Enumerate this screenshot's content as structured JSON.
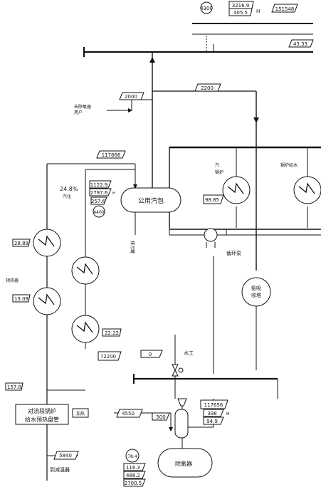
{
  "top": {
    "circle": "4300",
    "flow_top": "3216.9",
    "flow_bottom": "405.5",
    "h_label": "H",
    "right_tag": "151548",
    "header_right": "43.33"
  },
  "steam": {
    "tag_2000": "2000",
    "tag_2200": "2200",
    "left_label_1": "去除氧器",
    "left_label_2": "用户"
  },
  "drum": {
    "label": "公用汽包",
    "vals": [
      "1122.9",
      "2797.6",
      "257.6"
    ],
    "circle": "4400",
    "h_sub": "H",
    "side_label": "排污罐"
  },
  "left": {
    "tag_117866": "117866",
    "percent": "24.8%",
    "vaporize": "汽化",
    "tag_28_89": "28.89",
    "tag_13_08": "13.08",
    "tag_22_22": "22.22",
    "tag_72200": "72200",
    "tag_157_8": "157.8",
    "preheater_label": "预热器"
  },
  "right": {
    "tag_98_85": "98.85",
    "label_1a": "锅炉",
    "label_1b": "汽",
    "label_2": "锅炉给水",
    "pump_label": "循环泵",
    "tower_label_1": "氨吸",
    "tower_label_2": "收塔"
  },
  "lower": {
    "tag_0": "0",
    "label_water": "水工",
    "tag_4550": "4550",
    "tag_500": "500",
    "tag_117656": "117656",
    "val_398": "398",
    "h_sub": "H",
    "val_94_9": "94.9"
  },
  "bottom": {
    "box_line1": "对流段锅炉",
    "box_line2": "给水预热盘管",
    "small_box": "加热",
    "tag_5840": "5840",
    "to_label": "到减温器",
    "vals": [
      "78.4",
      "116.3",
      "488.2",
      "2700.5"
    ],
    "vessel_label": "除氧器"
  }
}
